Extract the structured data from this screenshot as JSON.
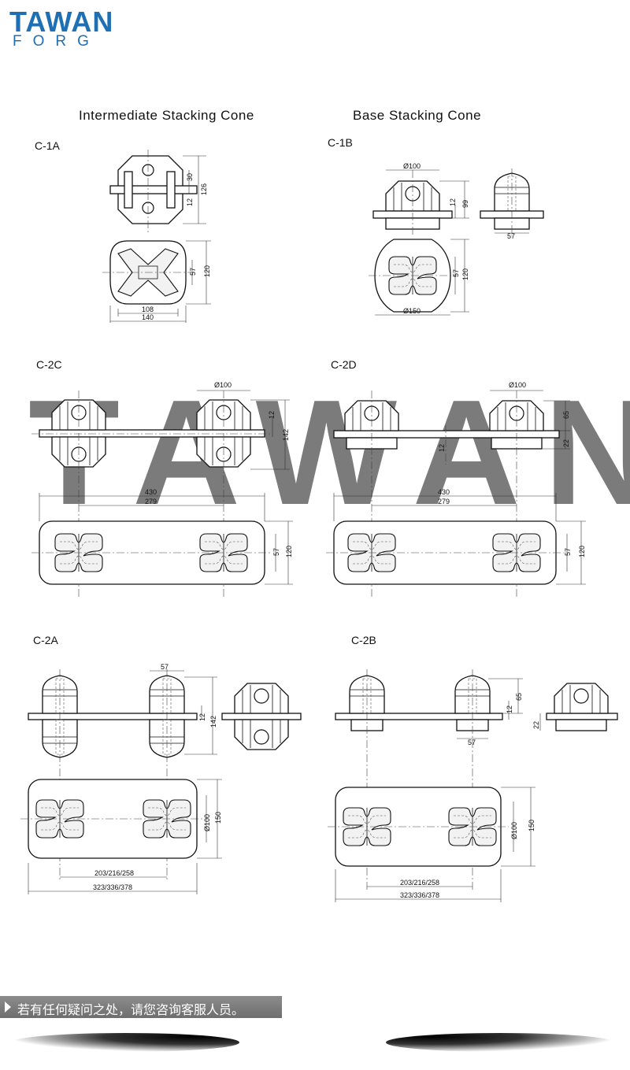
{
  "logo": {
    "main": "TAWAN",
    "sub": "FORG"
  },
  "headings": {
    "intermediate": "Intermediate  Stacking  Cone",
    "base": "Base  Stacking  Cone"
  },
  "models": {
    "c1a": "C-1A",
    "c1b": "C-1B",
    "c2c": "C-2C",
    "c2d": "C-2D",
    "c2a": "C-2A",
    "c2b": "C-2B"
  },
  "watermark": "TAWAN",
  "dims": {
    "c1a": {
      "d30": "30",
      "d12": "12",
      "d126": "126",
      "d57": "57",
      "d120": "120",
      "d108": "108",
      "d140": "140"
    },
    "c1b": {
      "phi100": "Ø100",
      "d12": "12",
      "d99": "99",
      "d57side": "57",
      "d57": "57",
      "d120": "120",
      "phi150": "Ø150"
    },
    "c2c": {
      "phi100": "Ø100",
      "d12": "12",
      "d142": "142",
      "d430": "430",
      "d279": "279",
      "d57": "57",
      "d120": "120"
    },
    "c2d": {
      "phi100": "Ø100",
      "d65": "65",
      "d22": "22",
      "d12": "12",
      "d430": "430",
      "d279": "279",
      "d57": "57",
      "d120": "120"
    },
    "c2a": {
      "d57": "57",
      "d12": "12",
      "d142": "142",
      "phi100": "Ø100",
      "d150": "150",
      "d203": "203/216/258",
      "d323": "323/336/378"
    },
    "c2b": {
      "d65": "65",
      "d12": "12",
      "d22": "22",
      "d57": "57",
      "phi100": "Ø100",
      "d150": "150",
      "d203": "203/216/258",
      "d323": "323/336/378"
    }
  },
  "notice": "若有任何疑问之处，请您咨询客服人员。"
}
